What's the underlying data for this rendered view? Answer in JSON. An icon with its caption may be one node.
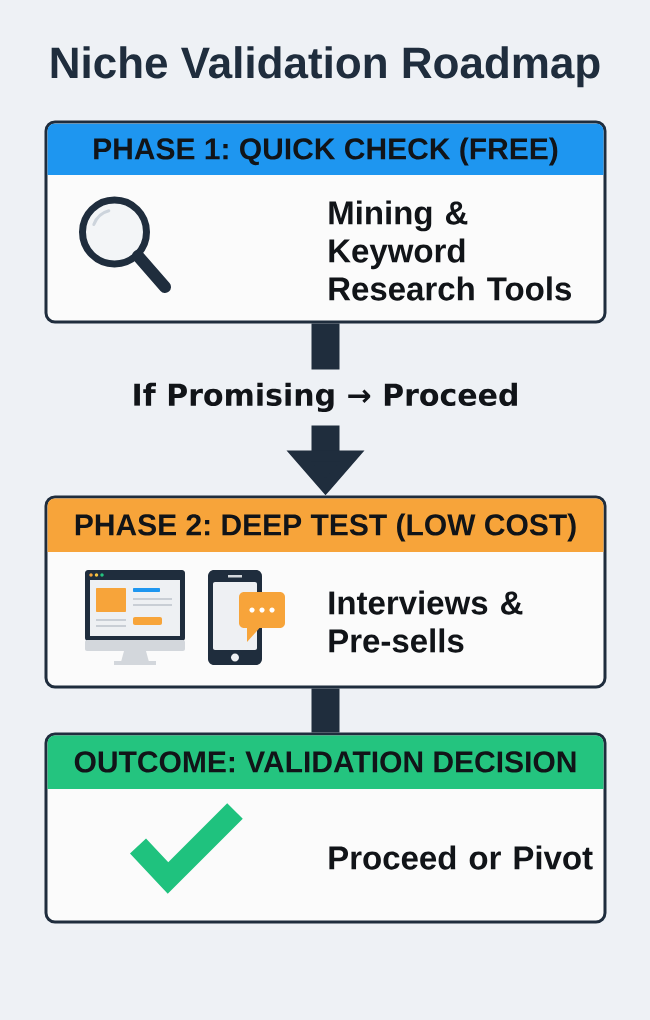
{
  "diagram": {
    "title": "Niche Validation Roadmap",
    "nodes": [
      {
        "text": [
          "PHASE 1: QUICK CHECK (FREE)",
          "Mining & Keyword Research Tools"
        ]
      },
      {
        "text": [
          "PHASE 2: DEEP TEST (LOW COST)",
          "Interviews & Pre-sells"
        ]
      },
      {
        "text": [
          "OUTCOME: VALIDATION DECISION",
          "Proceed or Pivot"
        ]
      }
    ],
    "edges": [
      {
        "from": 0,
        "to": 1,
        "arrow": "to",
        "label": "If Promising → Proceed"
      },
      {
        "from": 1,
        "to": 2,
        "arrow": "none"
      }
    ]
  }
}
